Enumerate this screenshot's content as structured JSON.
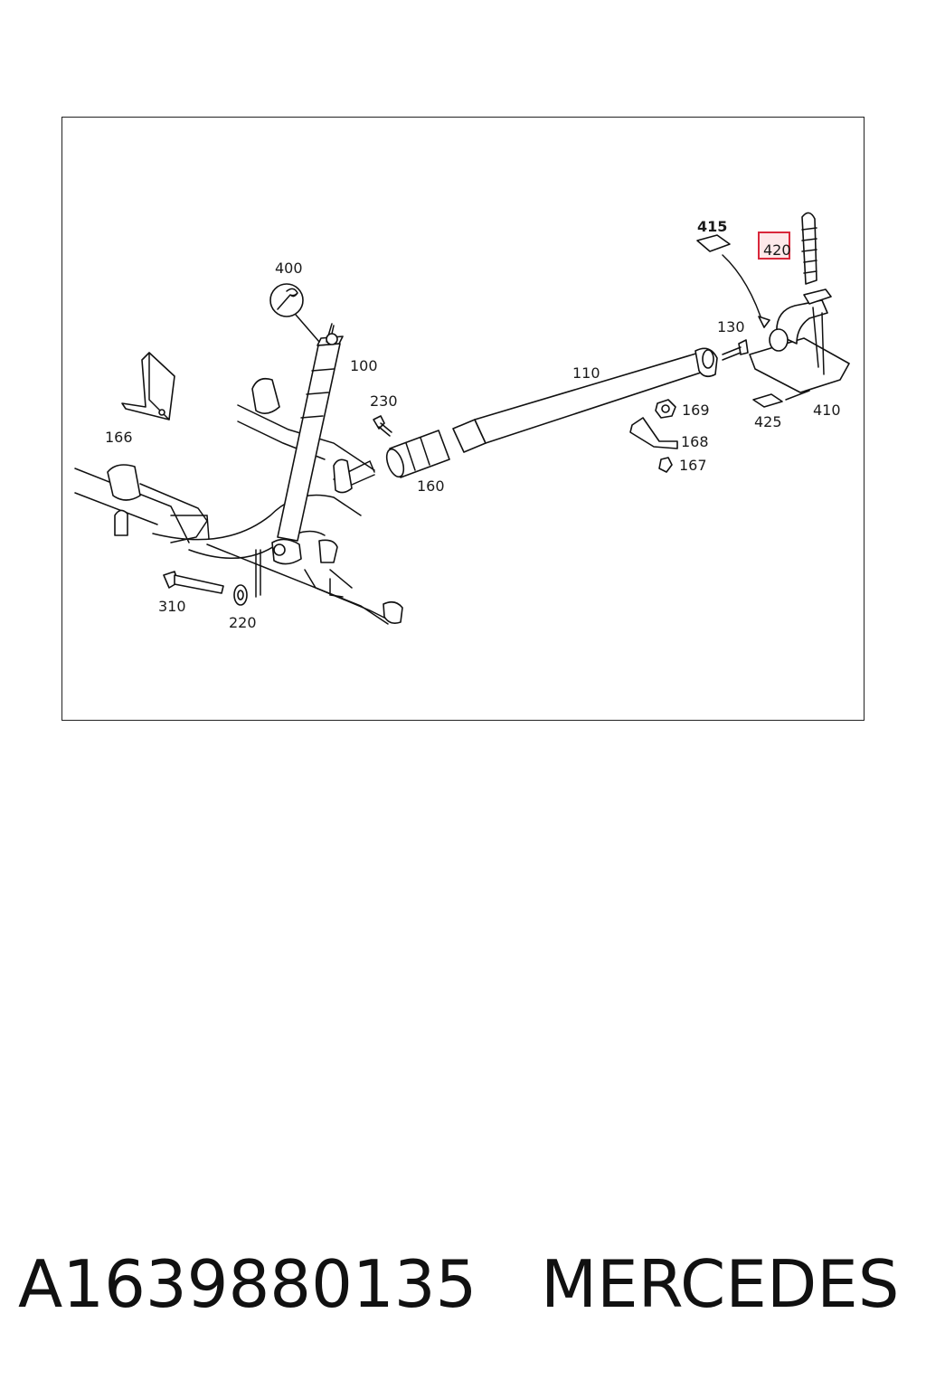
{
  "diagram": {
    "labels": {
      "p400": "400",
      "p100": "100",
      "p166": "166",
      "p230": "230",
      "p160": "160",
      "p110": "110",
      "p130": "130",
      "p415": "415",
      "p420": "420",
      "p169": "169",
      "p168": "168",
      "p167": "167",
      "p425": "425",
      "p410": "410",
      "p310": "310",
      "p220": "220"
    },
    "highlight_color": "#d9273b"
  },
  "footer": {
    "part_number": "A1639880135",
    "brand": "MERCEDES"
  }
}
